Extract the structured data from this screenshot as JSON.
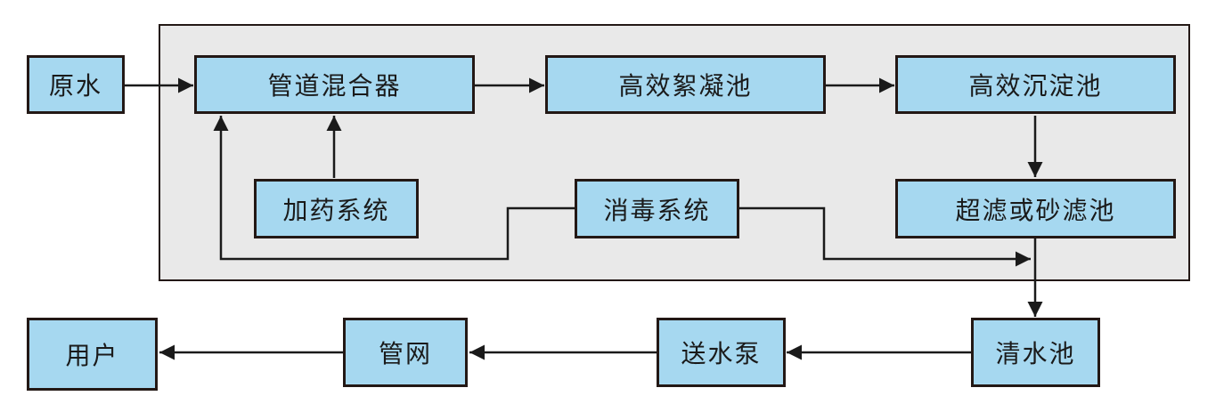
{
  "diagram": {
    "type": "process-flow",
    "description_visible_text_only": true,
    "nodes": {
      "raw_water": {
        "label": "原水"
      },
      "pipeline_mixer": {
        "label": "管道混合器"
      },
      "flocculation_tank": {
        "label": "高效絮凝池"
      },
      "sedimentation_tank": {
        "label": "高效沉淀池"
      },
      "dosing_system": {
        "label": "加药系统"
      },
      "disinfection_system": {
        "label": "消毒系统"
      },
      "filter_tank": {
        "label": "超滤或砂滤池"
      },
      "clear_water_tank": {
        "label": "清水池"
      },
      "water_pump": {
        "label": "送水泵"
      },
      "pipe_network": {
        "label": "管网"
      },
      "users": {
        "label": "用户"
      }
    },
    "edges": [
      {
        "from": "raw_water",
        "to": "pipeline_mixer",
        "direction": "right"
      },
      {
        "from": "pipeline_mixer",
        "to": "flocculation_tank",
        "direction": "right"
      },
      {
        "from": "flocculation_tank",
        "to": "sedimentation_tank",
        "direction": "right"
      },
      {
        "from": "sedimentation_tank",
        "to": "filter_tank",
        "direction": "down"
      },
      {
        "from": "dosing_system",
        "to": "pipeline_mixer",
        "direction": "up"
      },
      {
        "from": "disinfection_system",
        "to": "pipeline_mixer",
        "direction": "left-down-left-up"
      },
      {
        "from": "disinfection_system",
        "to": "filter_tank_outlet_line",
        "direction": "right-down-right"
      },
      {
        "from": "filter_tank",
        "to": "clear_water_tank",
        "direction": "down"
      },
      {
        "from": "clear_water_tank",
        "to": "water_pump",
        "direction": "left"
      },
      {
        "from": "water_pump",
        "to": "pipe_network",
        "direction": "left"
      },
      {
        "from": "pipe_network",
        "to": "users",
        "direction": "left"
      }
    ],
    "colors": {
      "node_fill": "#a6d8f0",
      "node_border": "#231815",
      "container_fill": "#e9e9e9",
      "container_border": "#231815",
      "arrow_color": "#1a1a1a",
      "text_color": "#1a1a1a",
      "background": "#ffffff"
    }
  }
}
